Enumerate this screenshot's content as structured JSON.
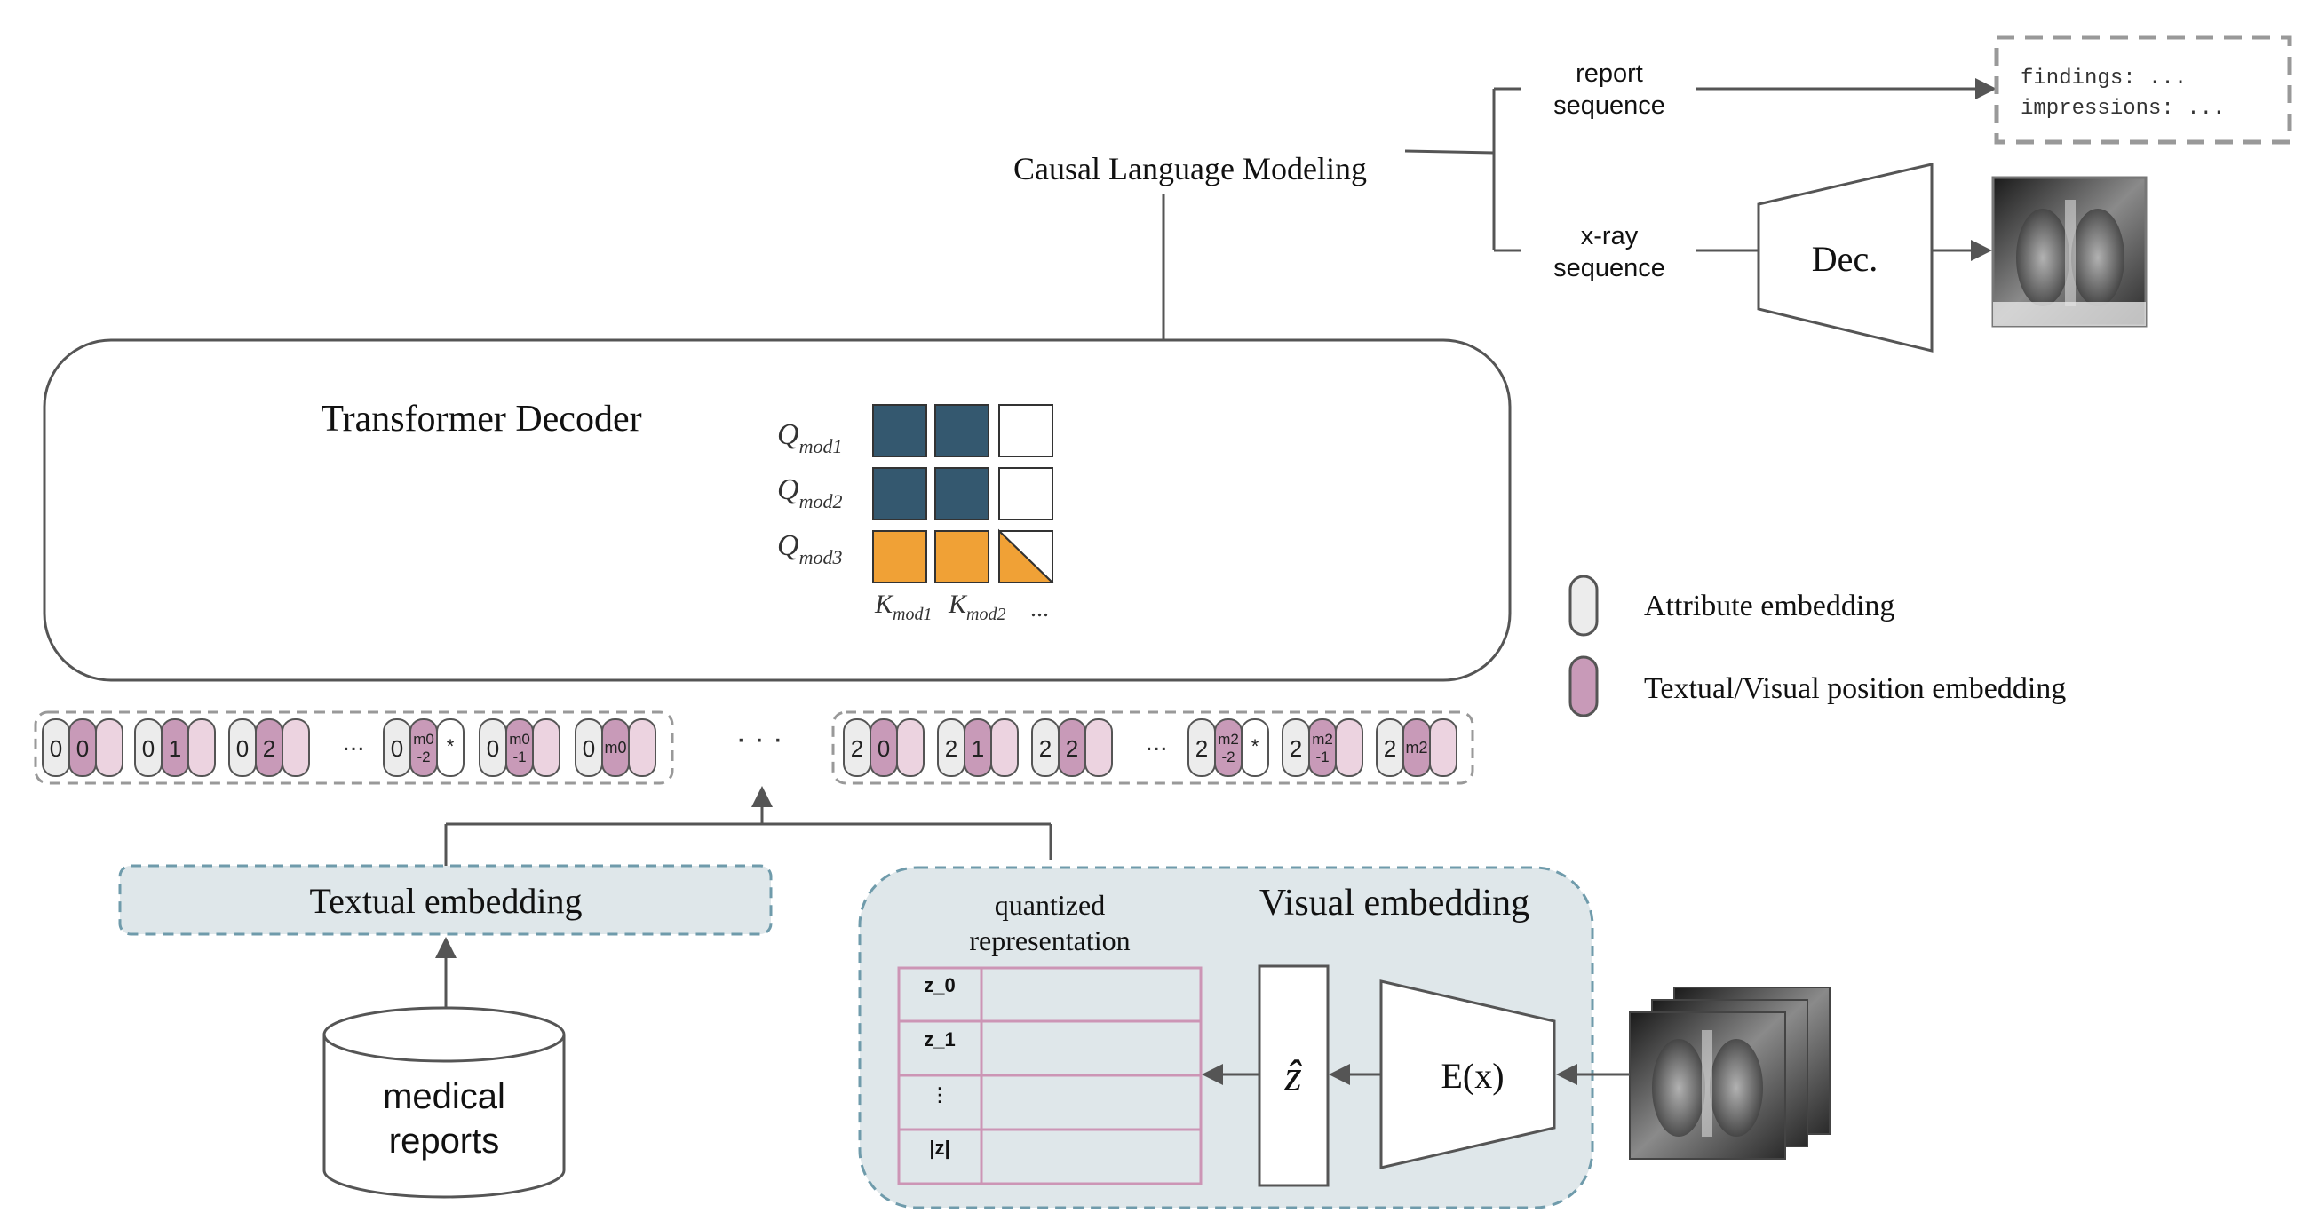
{
  "colors": {
    "dark_blue": "#34586f",
    "orange": "#f0a136",
    "attribute_fill": "#ececec",
    "position_fill": "#c89ab8",
    "light_pink": "#ecd3e0",
    "panel_fill": "#dfe7ea",
    "table_line": "#cc95b5"
  },
  "causal_lm": {
    "label": "Causal Language Modeling"
  },
  "outputs": {
    "report_line1": "report",
    "report_line2": "sequence",
    "xray_line1": "x-ray",
    "xray_line2": "sequence",
    "decoder_label": "Dec.",
    "report_text": [
      "findings: ...",
      "impressions: ..."
    ]
  },
  "transformer": {
    "title": "Transformer Decoder",
    "q_prefix": "Q",
    "k_prefix": "K",
    "query_subs": [
      "mod1",
      "mod2",
      "mod3"
    ],
    "key_subs": [
      "mod1",
      "mod2"
    ],
    "key_ellipsis": "..."
  },
  "legend": [
    {
      "label": "Attribute embedding",
      "icon": "attribute-pill"
    },
    {
      "label": "Textual/Visual position embedding",
      "icon": "position-pill"
    }
  ],
  "token_groups": {
    "text_tokens": [
      {
        "attr": "0",
        "pos": [
          "0"
        ],
        "star": false
      },
      {
        "attr": "0",
        "pos": [
          "1"
        ],
        "star": false
      },
      {
        "attr": "0",
        "pos": [
          "2"
        ],
        "star": false
      },
      {
        "attr": "0",
        "pos": [
          "m0",
          "-2"
        ],
        "star": true
      },
      {
        "attr": "0",
        "pos": [
          "m0",
          "-1"
        ],
        "star": false
      },
      {
        "attr": "0",
        "pos": [
          "m0"
        ],
        "star": false
      }
    ],
    "image_tokens": [
      {
        "attr": "2",
        "pos": [
          "0"
        ],
        "star": false
      },
      {
        "attr": "2",
        "pos": [
          "1"
        ],
        "star": false
      },
      {
        "attr": "2",
        "pos": [
          "2"
        ],
        "star": false
      },
      {
        "attr": "2",
        "pos": [
          "m2",
          "-2"
        ],
        "star": true
      },
      {
        "attr": "2",
        "pos": [
          "m2",
          "-1"
        ],
        "star": false
      },
      {
        "attr": "2",
        "pos": [
          "m2"
        ],
        "star": false
      }
    ],
    "ellipsis_small": "...",
    "middle_dots": "· · ·",
    "star": "*"
  },
  "textual_embedding": {
    "title": "Textual embedding"
  },
  "medical_reports": {
    "line1": "medical",
    "line2": "reports"
  },
  "visual_embedding": {
    "title": "Visual embedding",
    "quantized_line1": "quantized",
    "quantized_line2": "representation",
    "table_rows": [
      "z_0",
      "z_1",
      "⋮",
      "|z|"
    ],
    "z_hat": "ẑ",
    "encoder_label": "E(x)"
  }
}
